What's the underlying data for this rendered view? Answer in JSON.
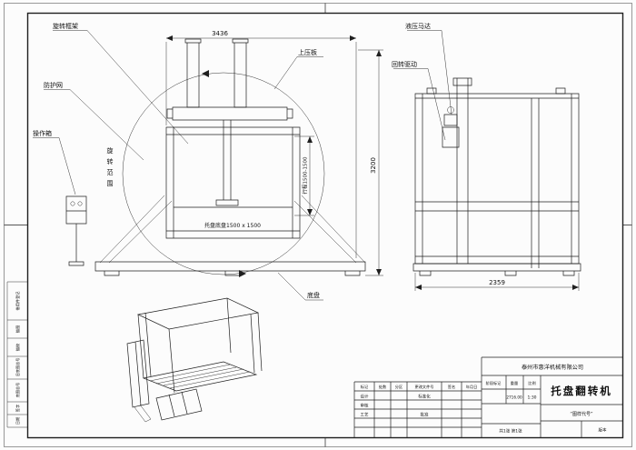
{
  "front_view": {
    "labels": {
      "rotating_frame": "旋转框架",
      "upper_press_plate": "上压板",
      "guard_net": "防护网",
      "control_box": "操作箱",
      "rotation_range": [
        "旋",
        "转",
        "范",
        "围"
      ],
      "base": "底盘",
      "pallet_base": "托盘底盘1500 x 1500"
    },
    "dimensions": {
      "overall_width": "3436",
      "overall_height": "3200",
      "stroke": "行程1500-1500"
    }
  },
  "side_view": {
    "labels": {
      "hydraulic_motor": "液压马达",
      "rotary_drive": "回转驱动"
    },
    "dimensions": {
      "overall_width": "2359"
    }
  },
  "title_block": {
    "company": "泰州市惠洋机械有限公司",
    "product_name": "托盘翻转机",
    "drawing_code": "“图样代号”",
    "revision_header": [
      "标记",
      "处数",
      "分区",
      "更改文件号",
      "签名",
      "年月日"
    ],
    "signature_labels": {
      "design": "设计",
      "check": "审核",
      "process": "工艺",
      "standardization": "标准化",
      "approve": "批准"
    },
    "stage_mark_label": "阶段标记",
    "weight_label": "重量",
    "scale_label": "比例",
    "weight_value": "2716.00",
    "scale_value": "1:30",
    "sheet_info": "共1张 第1张",
    "version_label": "版本"
  },
  "margin_strip": {
    "rows": [
      "借用件登记",
      "描图",
      "描校",
      "旧底图总号",
      "底图总号",
      "签字",
      "日期"
    ]
  }
}
